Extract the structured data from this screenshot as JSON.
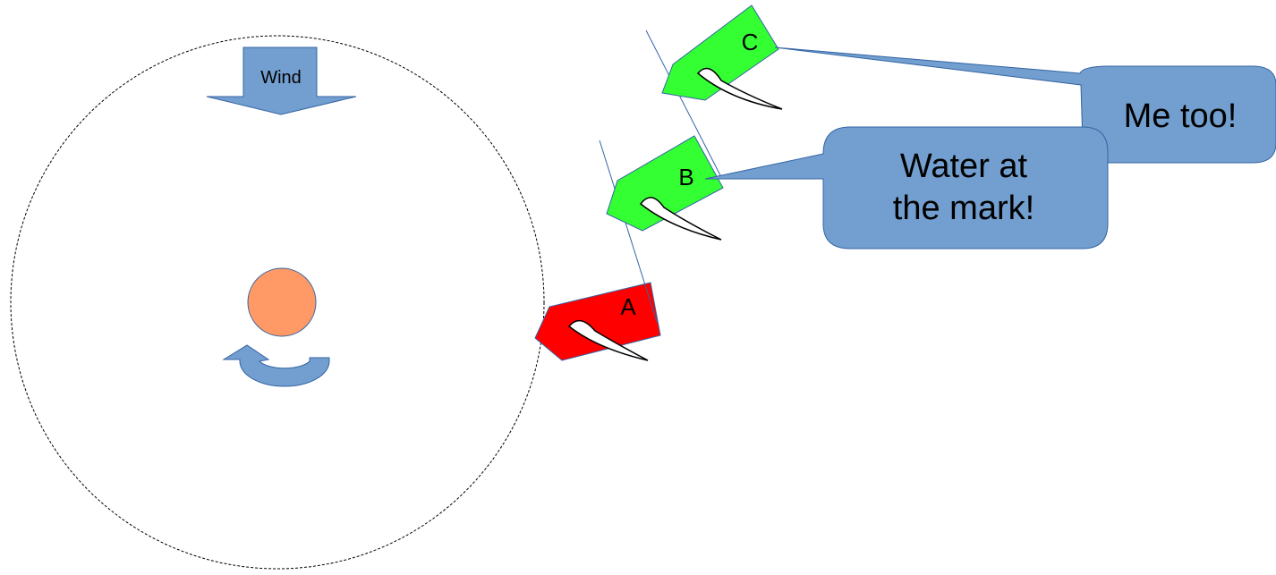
{
  "wind": {
    "label": "Wind"
  },
  "boats": [
    {
      "id": "A",
      "label": "A",
      "color": "#ff0000",
      "overlap": "clear ahead"
    },
    {
      "id": "B",
      "label": "B",
      "color": "#33ff33",
      "overlap": "overlapped"
    },
    {
      "id": "C",
      "label": "C",
      "color": "#33ff33",
      "overlap": "overlapped"
    }
  ],
  "callouts": {
    "b_speech": "Water at the mark!",
    "b_line1": "Water at",
    "b_line2": "the mark!",
    "c_speech": "Me too!"
  },
  "colors": {
    "arrow": "#729fcf",
    "mark": "#ff9966",
    "boat_red": "#ff0000",
    "boat_green": "#33ff33",
    "zone_circle": "#000000"
  },
  "elements": {
    "zone_circle": "three-length zone",
    "rotation_icon": "rounding-direction-arrow",
    "mark_icon": "mark-buoy"
  }
}
